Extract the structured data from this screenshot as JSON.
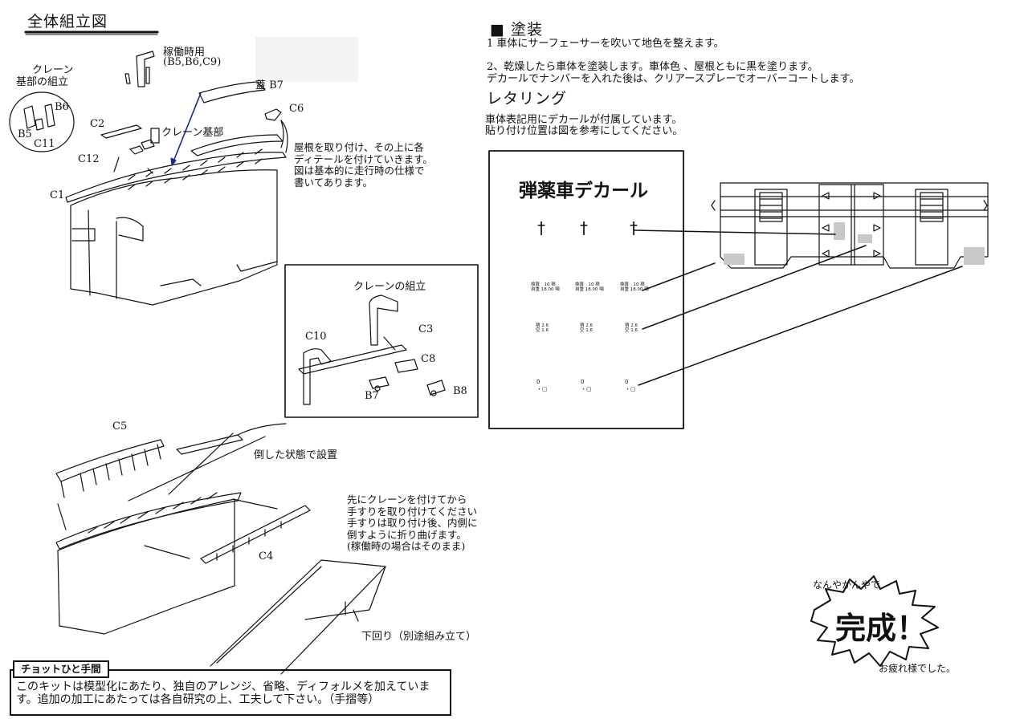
{
  "header": {
    "title": "全体組立図"
  },
  "labels": {
    "operation_title": "稼働時用",
    "operation_parts": "(B5,B6,C9)",
    "lid_b7": "蓋 B7",
    "c6": "C6",
    "crane_base_group_line1": "クレーン",
    "crane_base_group_line2": "基部の組立",
    "b6": "B6",
    "b5": "B5",
    "c11": "C11",
    "c2": "C2",
    "crane_base": "クレーン基部",
    "c12": "C12",
    "c1": "C1",
    "c5": "C5",
    "c4": "C4",
    "laid_down": "倒した状態で設置",
    "undercarriage": "下回り（別途組み立て）"
  },
  "notes": {
    "roof_note": "屋根を取り付け、その上に各\nディテールを付けていきます。\n図は基本的に走行時の仕様で\n書いてあります。",
    "handrail_note": "先にクレーンを付けてから\n手すりを取り付けてください\n手すりは取り付け後、内側に\n倒すように折り曲げます。\n(稼働時の場合はそのまま)"
  },
  "crane_box": {
    "title": "クレーンの組立",
    "c10": "C10",
    "c3": "C3",
    "c8": "C8",
    "b7": "B7",
    "b8": "B8"
  },
  "painting": {
    "heading": "■ 塗装",
    "step1": "1 車体にサーフェーサーを吹いて地色を整えます。",
    "step2_line1": "2、乾燥したら車体を塗装します。車体色 、屋根ともに黒を塗ります。",
    "step2_line2": "デカールでナンバーを入れた後は、クリアースプレーでオーバーコートします。"
  },
  "lettering": {
    "heading": "レタリング",
    "line1": "車体表記用にデカールが付属しています。",
    "line2": "貼り付け位置は図を参考にしてください。"
  },
  "decal": {
    "title": "弾薬車デカール",
    "cross": "†",
    "plate_text": "換算　10 積\n自重 18.00 噸",
    "dims_text": "積 2.6\n空 1.6",
    "mark_text": "0\n・▢"
  },
  "tip": {
    "tab": "チョットひと手間",
    "text": "このキットは模型化にあたり、独自のアレンジ、省略、ディフォルメを加えています。追加の加工にあたっては各自研究の上、工夫して下さい。（手摺等）"
  },
  "finish": {
    "lead": "なんやかんやで",
    "complete": "完成！",
    "thanks": "お疲れ様でした。"
  },
  "colors": {
    "ink": "#111111",
    "decal_patch": "#c8c8c8",
    "arrow_blue": "#1a2a8a"
  }
}
